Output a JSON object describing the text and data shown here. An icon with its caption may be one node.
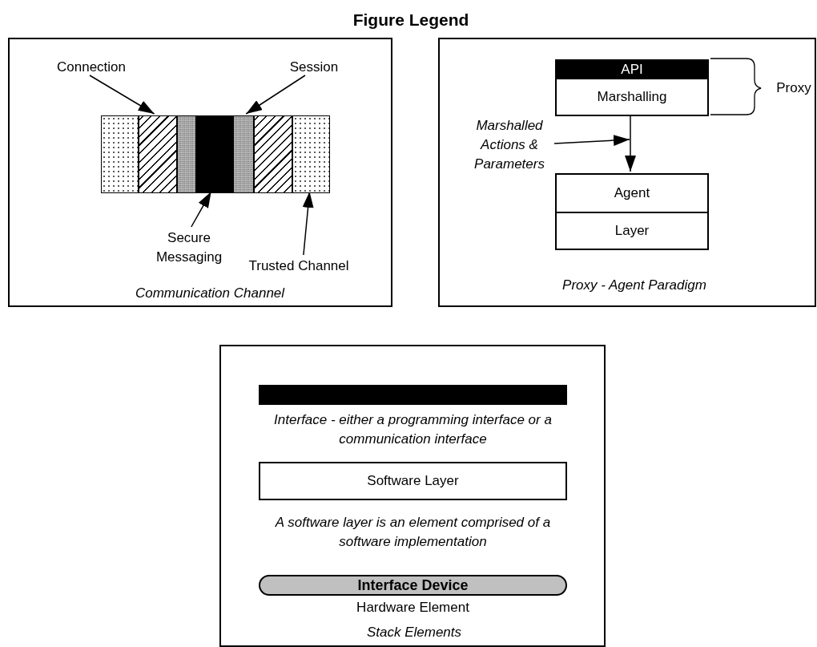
{
  "diagram": {
    "title": "Figure Legend",
    "nodes": [
      {
        "text": [
          "Communication Channel"
        ]
      },
      {
        "text": [
          "Connection"
        ],
        "in": 0
      },
      {
        "text": [
          "Session"
        ],
        "in": 0
      },
      {
        "text": [
          "Secure Messaging"
        ],
        "in": 0
      },
      {
        "text": [
          "Trusted Channel"
        ],
        "in": 0
      },
      {
        "text": [],
        "shape": "bar",
        "in": 0
      },
      {
        "text": [],
        "shape": "bar",
        "in": 0
      },
      {
        "text": [],
        "shape": "bar",
        "in": 0
      },
      {
        "text": [],
        "shape": "bar",
        "in": 0
      },
      {
        "text": [],
        "shape": "bar",
        "in": 0
      },
      {
        "text": [],
        "shape": "bar",
        "in": 0
      },
      {
        "text": [],
        "shape": "bar",
        "in": 0
      },
      {
        "text": [
          "Proxy - Agent Paradigm"
        ]
      },
      {
        "text": [
          "API"
        ],
        "in": 12
      },
      {
        "text": [
          "Marshalling"
        ],
        "in": 12
      },
      {
        "text": [
          "Agent"
        ],
        "in": 12
      },
      {
        "text": [
          "Layer"
        ],
        "in": 12
      },
      {
        "text": [
          "Proxy"
        ],
        "in": 12
      },
      {
        "text": [
          "Marshalled Actions & Parameters"
        ],
        "in": 12
      },
      {
        "text": [
          "Stack Elements"
        ]
      },
      {
        "text": [],
        "shape": "bar",
        "in": 19,
        "beside": [
          "Interface - either a programming interface or a communication interface"
        ]
      },
      {
        "text": [
          "Software Layer"
        ],
        "in": 19,
        "beside": [
          "A software layer is an element comprised of a software implementation"
        ]
      },
      {
        "text": [
          "Interface Device"
        ],
        "in": 19,
        "beside": [
          "Hardware Element"
        ]
      }
    ],
    "edges": [
      {
        "from": 1,
        "to": 6,
        "arrow": "to"
      },
      {
        "from": 2,
        "to": 9,
        "arrow": "to"
      },
      {
        "from": 3,
        "to": 8,
        "arrow": "to"
      },
      {
        "from": 4,
        "to": 11,
        "arrow": "to"
      },
      {
        "from": 14,
        "to": 15,
        "arrow": "to"
      },
      {
        "from": 18,
        "to": null,
        "arrow": "to"
      }
    ]
  }
}
